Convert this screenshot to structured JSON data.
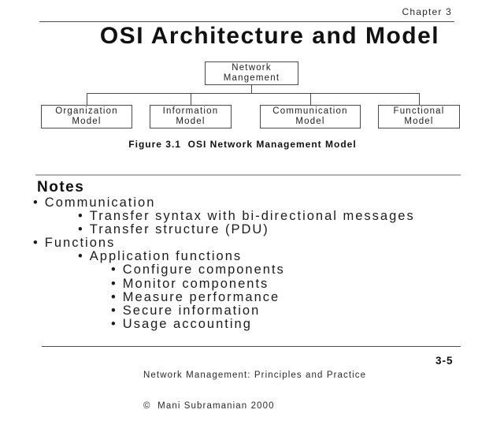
{
  "header": {
    "chapter": "Chapter 3",
    "title": "OSI Architecture and Model"
  },
  "diagram": {
    "root": {
      "label": "Network\nMangement"
    },
    "children": [
      {
        "label": "Organization\nModel"
      },
      {
        "label": "Information\nModel"
      },
      {
        "label": "Communication\nModel"
      },
      {
        "label": "Functional\nModel"
      }
    ],
    "caption": "Figure 3.1  OSI Network Management Model"
  },
  "notes": {
    "heading": "Notes",
    "bullet": "•",
    "items": [
      {
        "level": 1,
        "text": "Communication"
      },
      {
        "level": 2,
        "text": "Transfer syntax with bi-directional messages"
      },
      {
        "level": 2,
        "text": "Transfer structure (PDU)"
      },
      {
        "level": 1,
        "text": "Functions"
      },
      {
        "level": 2,
        "text": "Application functions"
      },
      {
        "level": 3,
        "text": "Configure components"
      },
      {
        "level": 3,
        "text": "Monitor components"
      },
      {
        "level": 3,
        "text": "Measure performance"
      },
      {
        "level": 3,
        "text": "Secure information"
      },
      {
        "level": 3,
        "text": "Usage accounting"
      }
    ]
  },
  "footer": {
    "line1": "Network Management: Principles and Practice",
    "line2": "©  Mani Subramanian 2000",
    "page": "3-5"
  }
}
